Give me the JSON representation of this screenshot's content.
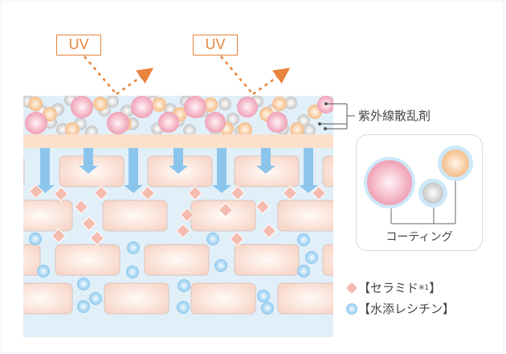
{
  "uv_labels": [
    "UV",
    "UV"
  ],
  "scatter_label": "紫外線散乱剤",
  "inset": {
    "coating_label": "コーティング"
  },
  "legend": [
    {
      "icon": "diamond-icon",
      "label": "【セラミド",
      "note": "※1",
      "suffix": "】",
      "color": "#f5bcb0"
    },
    {
      "icon": "circle-icon",
      "label": "【水添レシチン】",
      "color": "#a8d4f0"
    }
  ],
  "colors": {
    "uv": "#e8843c",
    "skin_layer": "#fbe0cc",
    "background_layer": "#e1eff9",
    "arrow": "#8cc5ec",
    "cell_fill": "#fde6dc",
    "ceramide": "#f5bcb0",
    "lecithin": "#a8d4f0"
  }
}
